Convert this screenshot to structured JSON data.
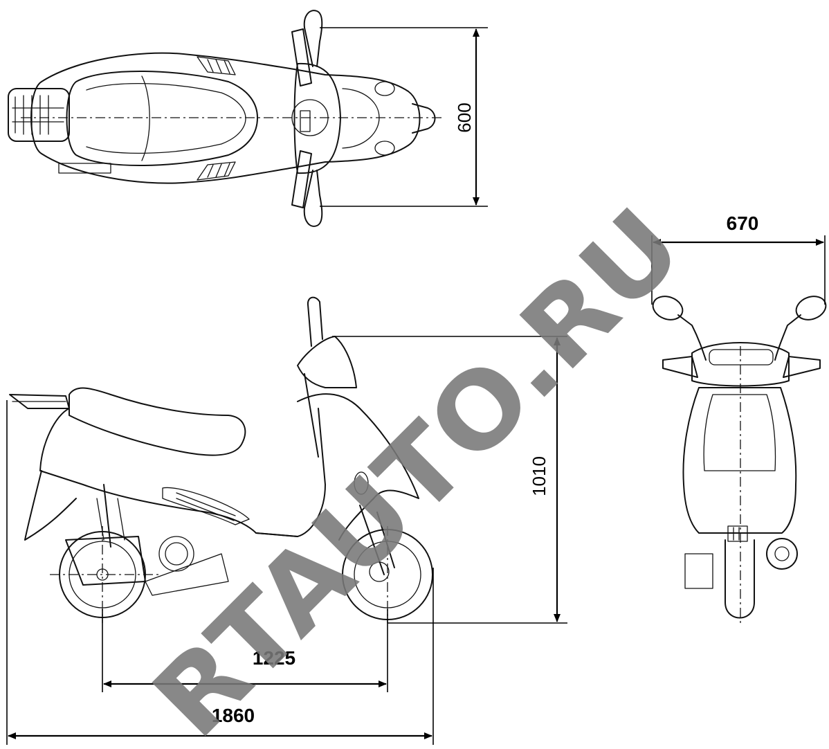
{
  "dimensions": {
    "width_top": "600",
    "width_front": "670",
    "height": "1010",
    "wheelbase": "1225",
    "length": "1860"
  },
  "watermark": "RTAUTO.RU",
  "colors": {
    "line": "#111111",
    "watermark": "#777777",
    "background": "#ffffff"
  }
}
